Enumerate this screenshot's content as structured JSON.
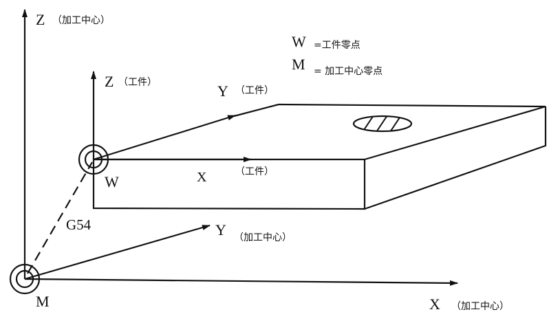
{
  "legend": {
    "w_symbol": "W",
    "w_text": "=工件零点",
    "m_symbol": "M",
    "m_text": "= 加工中心零点"
  },
  "machine_axes": {
    "z": "Z",
    "z_note": "（加工中心）",
    "x": "X",
    "x_note": "（加工中心）",
    "y": "Y",
    "y_note": "（加工中心）",
    "origin": "M"
  },
  "work_axes": {
    "z": "Z",
    "z_note": "（工件）",
    "x": "X",
    "x_note": "（工件）",
    "y": "Y",
    "y_note": "（工件）",
    "origin": "W"
  },
  "offset_label": "G54"
}
